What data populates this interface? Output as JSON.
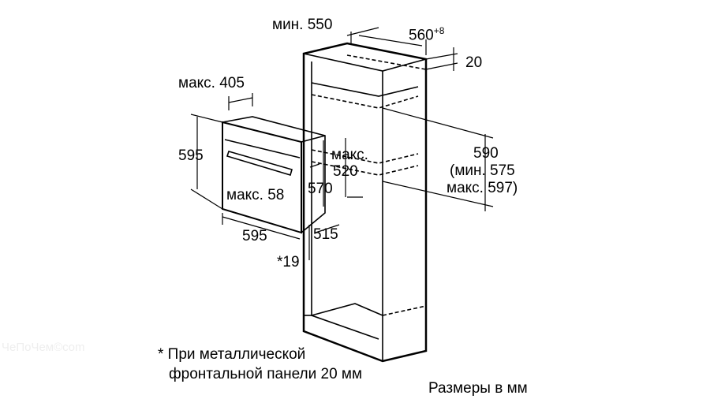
{
  "dimensions": {
    "cabinet_min_width": "мин. 550",
    "cabinet_depth": "560",
    "cabinet_depth_tolerance": "+8",
    "top_gap": "20",
    "niche_height": "590",
    "niche_height_min": "(мин. 575",
    "niche_height_max": "макс. 597)",
    "oven_max_depth_top": "макс. 405",
    "oven_height": "595",
    "oven_width": "595",
    "oven_depth": "570",
    "oven_body_depth": "515",
    "handle_max": "макс. 58",
    "max_520_line1": "макс.",
    "max_520_line2": "520",
    "front_panel": "*19"
  },
  "footnote": {
    "line1": "* При металлической",
    "line2": "фронтальной панели 20 мм"
  },
  "units_caption": "Размеры в мм",
  "watermark": "ЧеПоЧем©com"
}
